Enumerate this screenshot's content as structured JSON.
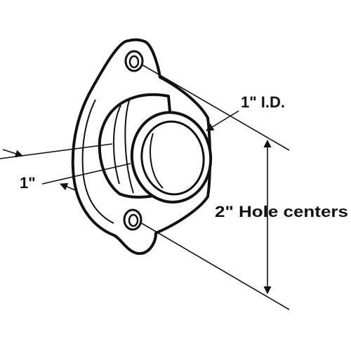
{
  "diagram": {
    "labels": {
      "inner_diameter": "1\" I.D.",
      "depth": "1\"",
      "hole_centers": "2\" Hole centers"
    },
    "colors": {
      "line": "#111111",
      "background": "#ffffff"
    }
  }
}
